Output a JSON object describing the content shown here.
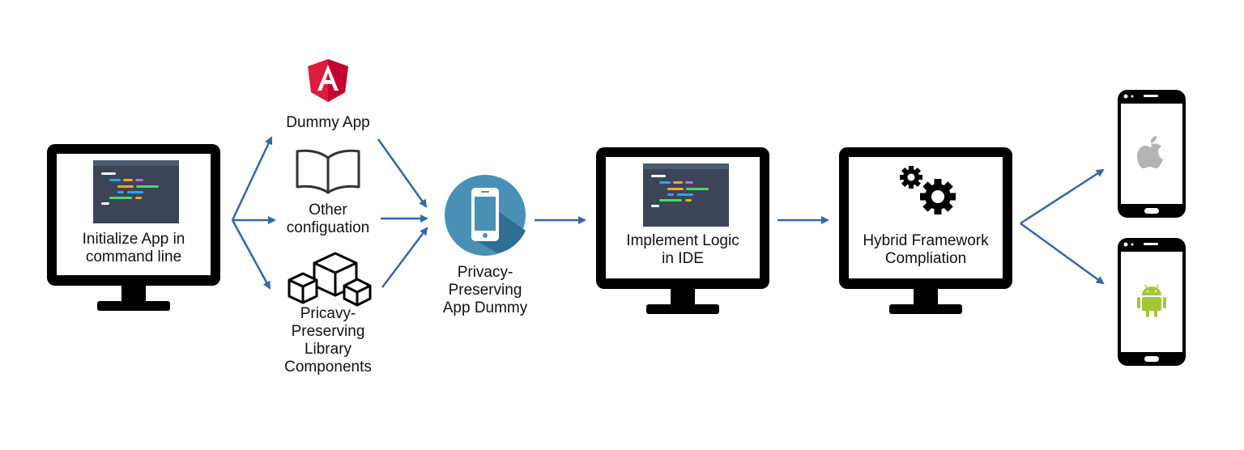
{
  "colors": {
    "arrow": "#3366aa",
    "monitor": "#000000",
    "editor_bg": "#3c4557",
    "angular_red": "#dd1b3d",
    "privacy_circle": "#4a90b6",
    "android_green": "#a4c639",
    "apple_gray": "#b4b4b4"
  },
  "nodes": {
    "init_app": {
      "label": "Initialize App in\ncommand line"
    },
    "dummy_app": {
      "label": "Dummy App",
      "icon": "angular-logo-icon"
    },
    "other_config": {
      "label": "Other\nconfiguation",
      "icon": "open-book-icon"
    },
    "library": {
      "label": "Pricavy-\nPreserving\nLibrary\nComponents",
      "icon": "cubes-icon"
    },
    "privacy_dummy": {
      "label": "Privacy-\nPreserving\nApp Dummy",
      "icon": "smartphone-icon"
    },
    "ide": {
      "label": "Implement Logic\nin IDE"
    },
    "hybrid": {
      "label": "Hybrid Framework\nCompliation",
      "icon": "gears-icon"
    },
    "ios_phone": {
      "icon": "apple-logo-icon"
    },
    "android_phone": {
      "icon": "android-logo-icon"
    }
  }
}
